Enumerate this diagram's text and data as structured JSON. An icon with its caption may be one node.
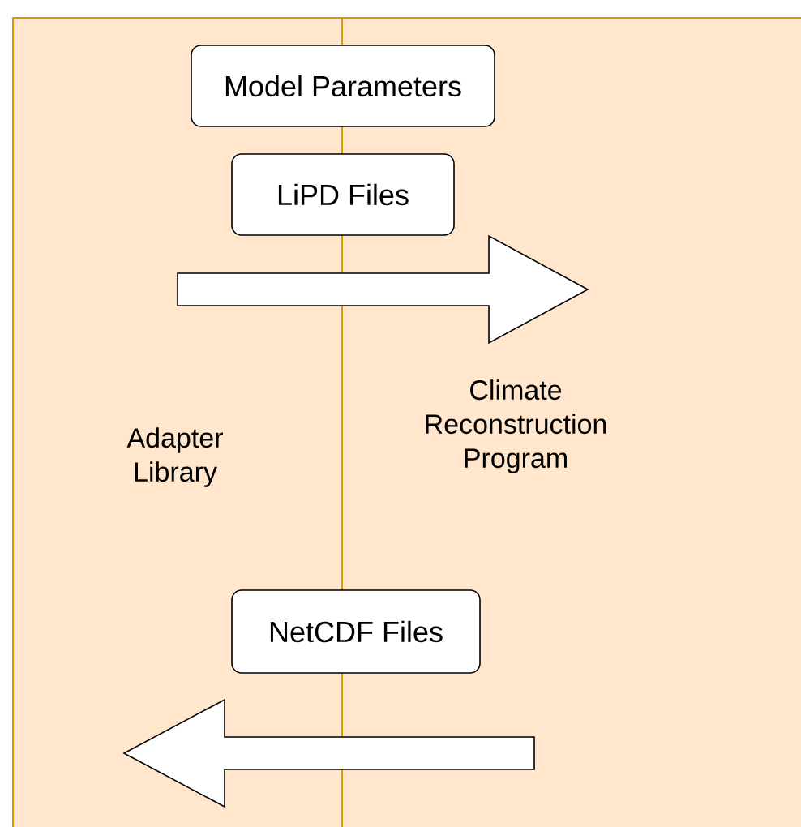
{
  "diagram": {
    "nodes": [
      {
        "text": [
          "Adapter Library"
        ]
      },
      {
        "text": [
          "Climate Reconstruction Program"
        ]
      },
      {
        "text": [
          "Model Parameters"
        ]
      },
      {
        "text": [
          "LiPD Files"
        ]
      },
      {
        "text": [
          "NetCDF Files"
        ]
      }
    ],
    "edges": [
      {
        "from": 0,
        "to": 1,
        "arrow": "to"
      },
      {
        "from": 1,
        "to": 0,
        "arrow": "to"
      }
    ]
  }
}
